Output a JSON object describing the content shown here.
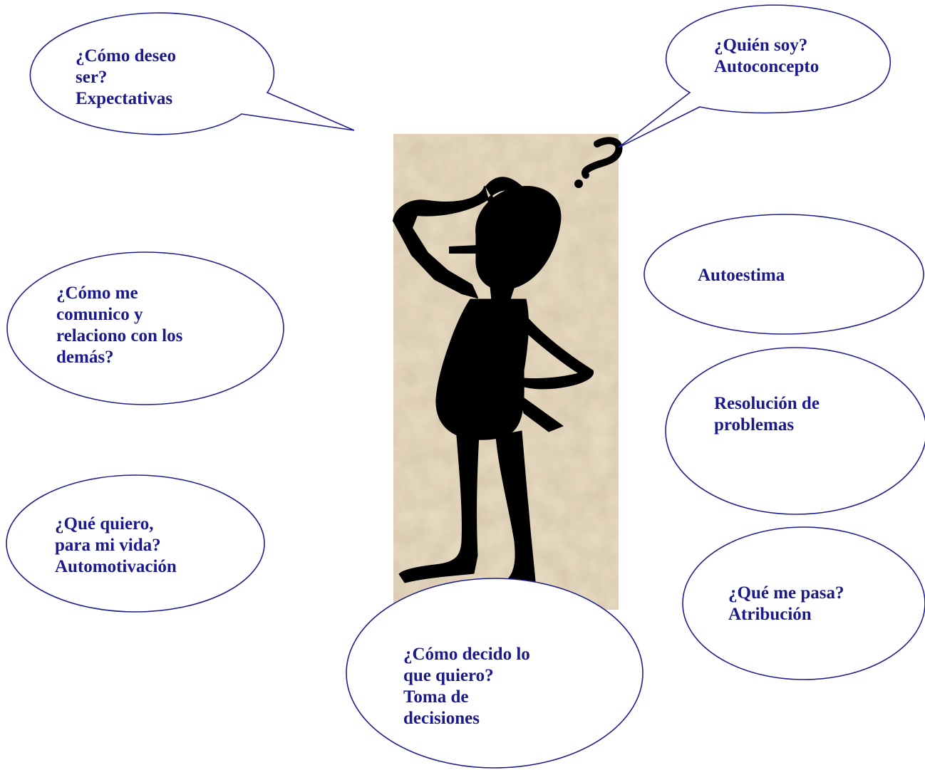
{
  "colors": {
    "bubble_stroke": "#1f1f8f",
    "text": "#1a1a8c",
    "figure": "#000000",
    "paper_background": "#e9dcc4"
  },
  "figure": {
    "icon": "thinking-stick-figure-with-question-mark"
  },
  "bubbles": {
    "expectativas": {
      "lines": [
        "¿Cómo deseo",
        "ser?",
        "Expectativas"
      ]
    },
    "autoconcepto": {
      "lines": [
        "¿Quién soy?",
        "Autoconcepto"
      ]
    },
    "autoestima": {
      "lines": [
        "Autoestima"
      ]
    },
    "comunicacion": {
      "lines": [
        "¿Cómo me",
        "comunico y",
        "relaciono con los",
        "demás?"
      ]
    },
    "resolucion": {
      "lines": [
        "Resolución de",
        "problemas"
      ]
    },
    "automotivacion": {
      "lines": [
        "¿Qué quiero,",
        "para mi vida?",
        "Automotivación"
      ]
    },
    "atribucion": {
      "lines": [
        "¿Qué me pasa?",
        "Atribución"
      ]
    },
    "decisiones": {
      "lines": [
        "¿Cómo decido lo",
        "que quiero?",
        "Toma de",
        "decisiones"
      ]
    }
  }
}
